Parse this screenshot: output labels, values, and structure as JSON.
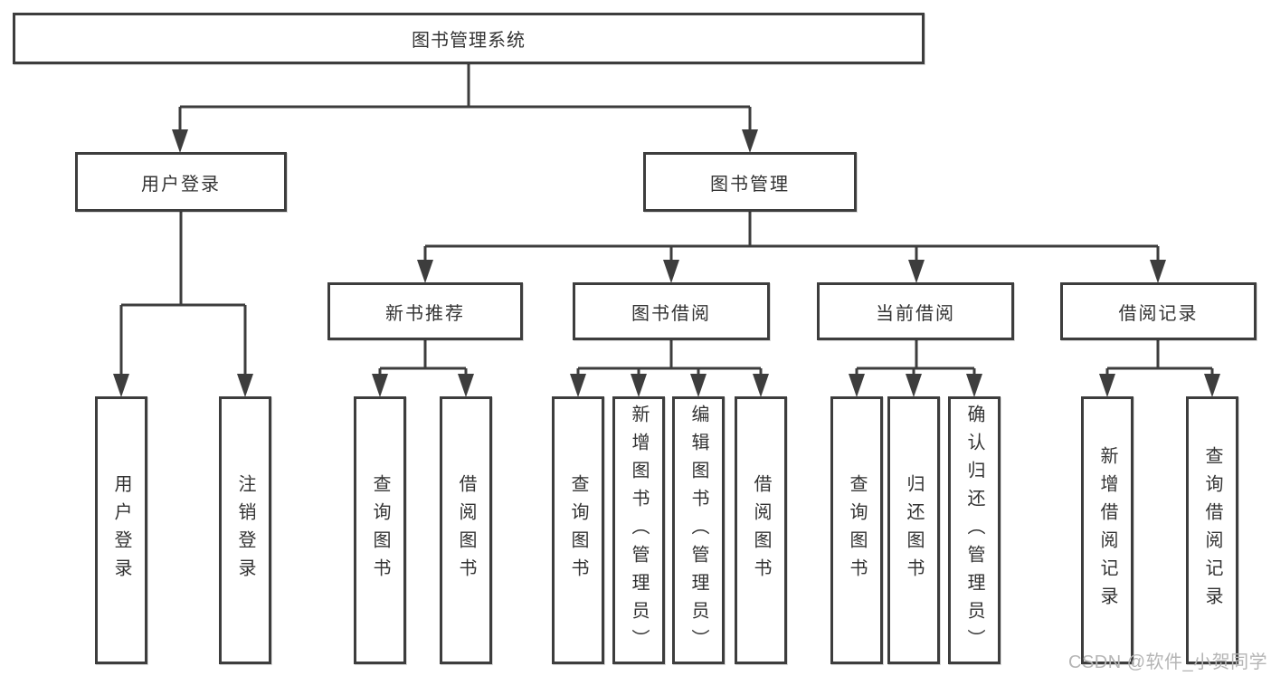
{
  "root": {
    "label": "图书管理系统"
  },
  "level2": [
    {
      "label": "用户登录"
    },
    {
      "label": "图书管理"
    }
  ],
  "level3": [
    {
      "label": "新书推荐"
    },
    {
      "label": "图书借阅"
    },
    {
      "label": "当前借阅"
    },
    {
      "label": "借阅记录"
    }
  ],
  "leaves": [
    {
      "label": "用户登录"
    },
    {
      "label": "注销登录"
    },
    {
      "label": "查询图书"
    },
    {
      "label": "借阅图书"
    },
    {
      "label": "查询图书"
    },
    {
      "label": "新增图书（管理员）"
    },
    {
      "label": "编辑图书（管理员）"
    },
    {
      "label": "借阅图书"
    },
    {
      "label": "查询图书"
    },
    {
      "label": "归还图书"
    },
    {
      "label": "确认归还（管理员）"
    },
    {
      "label": "新增借阅记录"
    },
    {
      "label": "查询借阅记录"
    }
  ],
  "watermark": {
    "text": "CSDN @软件_小贺同学"
  },
  "colors": {
    "line": "#3d3d3d",
    "text": "#333333",
    "watermark": "#b5b5b5",
    "background": "#ffffff"
  }
}
